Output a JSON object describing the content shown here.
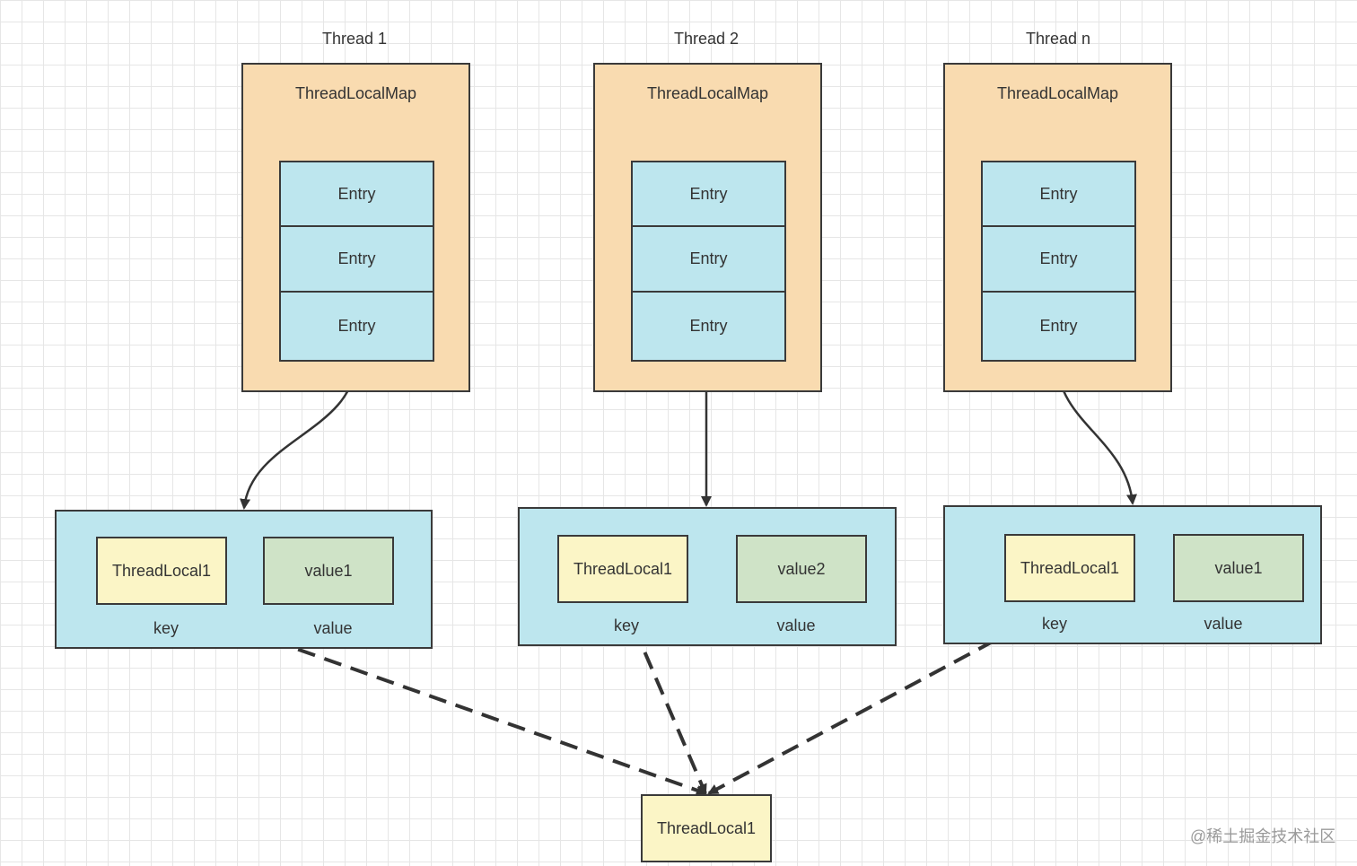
{
  "threads": [
    {
      "title": "Thread 1",
      "map_title": "ThreadLocalMap",
      "entries": [
        "Entry",
        "Entry",
        "Entry"
      ],
      "key": "ThreadLocal1",
      "value": "value1",
      "key_label": "key",
      "value_label": "value"
    },
    {
      "title": "Thread 2",
      "map_title": "ThreadLocalMap",
      "entries": [
        "Entry",
        "Entry",
        "Entry"
      ],
      "key": "ThreadLocal1",
      "value": "value2",
      "key_label": "key",
      "value_label": "value"
    },
    {
      "title": "Thread n",
      "map_title": "ThreadLocalMap",
      "entries": [
        "Entry",
        "Entry",
        "Entry"
      ],
      "key": "ThreadLocal1",
      "value": "value1",
      "key_label": "key",
      "value_label": "value"
    }
  ],
  "shared": {
    "label": "ThreadLocal1"
  },
  "watermark": "@稀土掘金技术社区",
  "colors": {
    "map_fill": "#f9dbb0",
    "entry_fill": "#bde6ee",
    "key_fill": "#fbf5c6",
    "value_fill": "#cfe3c7",
    "stroke": "#3a3a3a"
  }
}
